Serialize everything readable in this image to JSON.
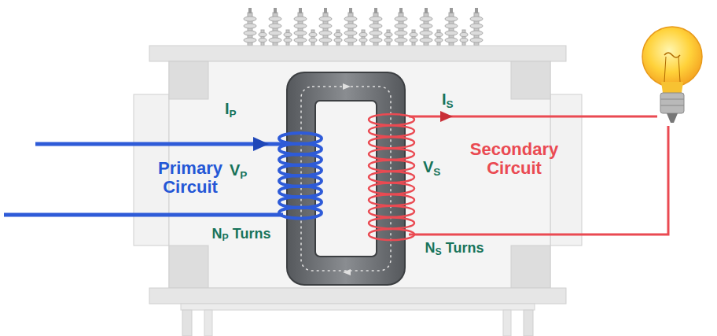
{
  "diagram": {
    "labels": [
      "IP",
      "Primary Circuit",
      "VP",
      "NP Turns",
      "IS",
      "VS",
      "Secondary Circuit",
      "NS Turns"
    ]
  }
}
